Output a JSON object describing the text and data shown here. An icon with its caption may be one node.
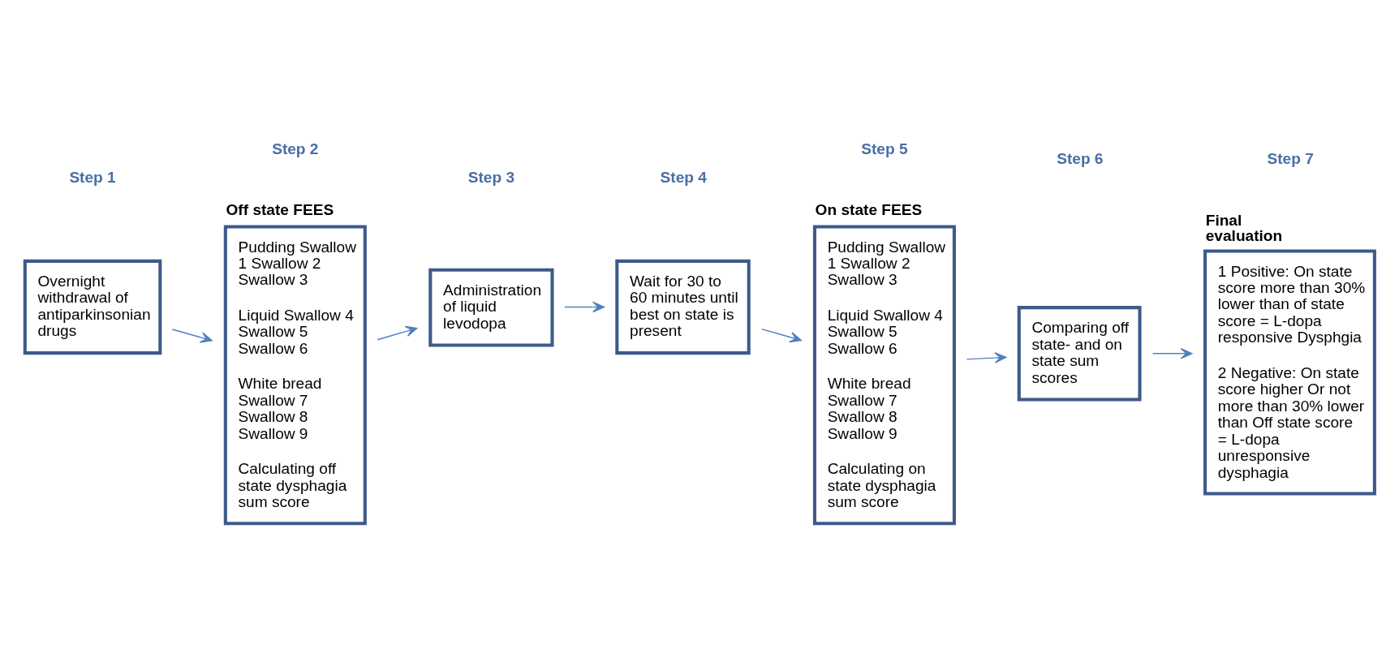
{
  "diagram": {
    "nodes": [
      {
        "text": [
          "Overnight withdrawal of antiparkinsonian drugs"
        ]
      },
      {
        "text": [
          "Off state FEES",
          "Pudding Swallow 1 Swallow 2 Swallow 3",
          "Liquid Swallow 4 Swallow 5 Swallow 6",
          "White bread Swallow 7 Swallow 8 Swallow 9",
          "Calculating off state dysphagia sum score"
        ]
      },
      {
        "text": [
          "Administration of liquid levodopa"
        ]
      },
      {
        "text": [
          "Wait for 30 to 60 minutes until best on state is present"
        ]
      },
      {
        "text": [
          "On state FEES",
          "Pudding Swallow 1 Swallow 2 Swallow 3",
          "Liquid Swallow 4 Swallow 5 Swallow 6",
          "White bread Swallow 7 Swallow 8 Swallow 9",
          "Calculating on state dysphagia sum score"
        ]
      },
      {
        "text": [
          "Comparing off state- and on state sum scores"
        ]
      },
      {
        "text": [
          "Final evaluation",
          "1 Positive: On state score more than 30% lower than of state score = L-dopa responsive Dysphgia",
          "2 Negative: On state score higher Or not more than 30% lower than Off state score = L-dopa unresponsive dysphagia"
        ]
      }
    ],
    "edges": [
      {
        "from": 0,
        "to": 1,
        "arrow": "to"
      },
      {
        "from": 1,
        "to": 2,
        "arrow": "to"
      },
      {
        "from": 2,
        "to": 3,
        "arrow": "to"
      },
      {
        "from": 3,
        "to": 4,
        "arrow": "to"
      },
      {
        "from": 4,
        "to": 5,
        "arrow": "to"
      },
      {
        "from": 5,
        "to": 6,
        "arrow": "to"
      }
    ],
    "labels": [
      "Step 1",
      "Step 2",
      "Step 3",
      "Step 4",
      "Step 5",
      "Step 6",
      "Step 7"
    ]
  }
}
